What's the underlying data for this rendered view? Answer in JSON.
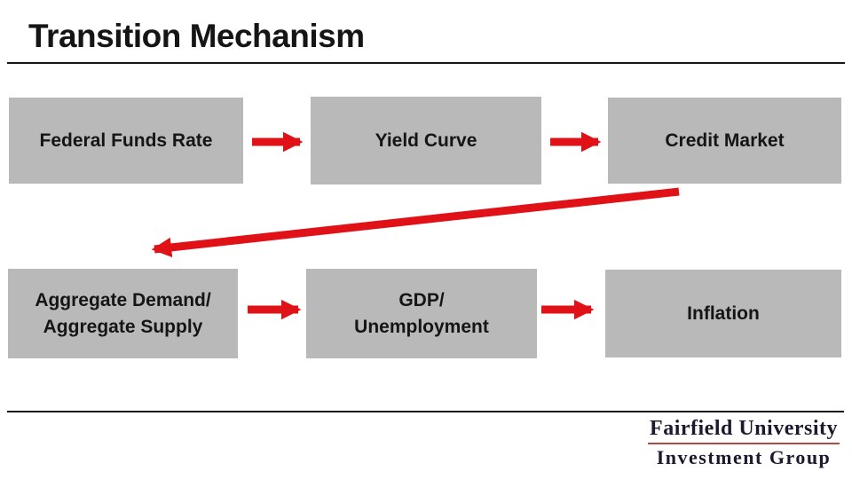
{
  "slide": {
    "title": "Transition Mechanism",
    "colors": {
      "box_fill": "#b9b9b9",
      "arrow_red": "#e01117",
      "ink": "#151515",
      "logo_text": "#1a1a2e",
      "logo_underline": "#b04a45"
    },
    "diagram": {
      "boxes": [
        {
          "id": "federal-funds-rate",
          "line1": "Federal Funds Rate"
        },
        {
          "id": "yield-curve",
          "line1": "Yield Curve"
        },
        {
          "id": "credit-market",
          "line1": "Credit Market"
        },
        {
          "id": "aggregate-demand-supply",
          "line1": "Aggregate Demand/",
          "line2": "Aggregate Supply"
        },
        {
          "id": "gdp-unemployment",
          "line1": "GDP/",
          "line2": "Unemployment"
        },
        {
          "id": "inflation",
          "line1": "Inflation"
        }
      ],
      "flow": [
        {
          "from": "Federal Funds Rate",
          "to": "Yield Curve"
        },
        {
          "from": "Yield Curve",
          "to": "Credit Market"
        },
        {
          "from": "Credit Market",
          "to": "Aggregate Demand/Aggregate Supply"
        },
        {
          "from": "Aggregate Demand/Aggregate Supply",
          "to": "GDP/Unemployment"
        },
        {
          "from": "GDP/Unemployment",
          "to": "Inflation"
        }
      ]
    },
    "logo": {
      "line1": "Fairfield University",
      "line2": "Investment Group"
    }
  }
}
